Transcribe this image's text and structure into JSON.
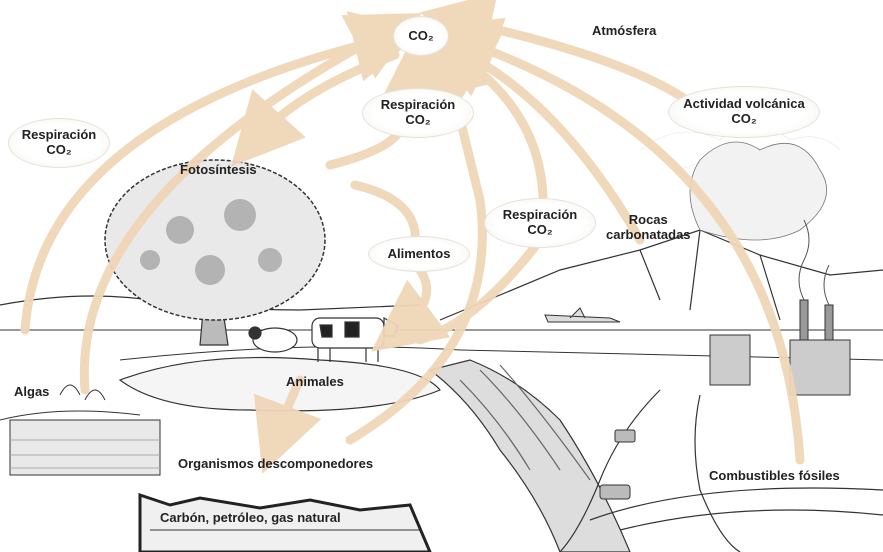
{
  "colors": {
    "arrow": "#f0d6b8",
    "line": "#333333",
    "ground": "#fafafa"
  },
  "labels": {
    "co2_center": "CO₂",
    "atmosfera": "Atmósfera",
    "resp_left": {
      "line1": "Respiración",
      "line2": "CO₂"
    },
    "resp_top": {
      "line1": "Respiración",
      "line2": "CO₂"
    },
    "resp_mid": {
      "line1": "Respiración",
      "line2": "CO₂"
    },
    "volcanica": {
      "line1": "Actividad volcánica",
      "line2": "CO₂"
    },
    "fotosintesis": "Fotosíntesis",
    "alimentos": "Alimentos",
    "rocas": {
      "line1": "Rocas",
      "line2": "carbonatadas"
    },
    "algas": "Algas",
    "animales": "Animales",
    "descomponedores": "Organismos descomponedores",
    "combustibles": "Combustibles fósiles",
    "carbon": "Carbón, petróleo, gas natural"
  }
}
